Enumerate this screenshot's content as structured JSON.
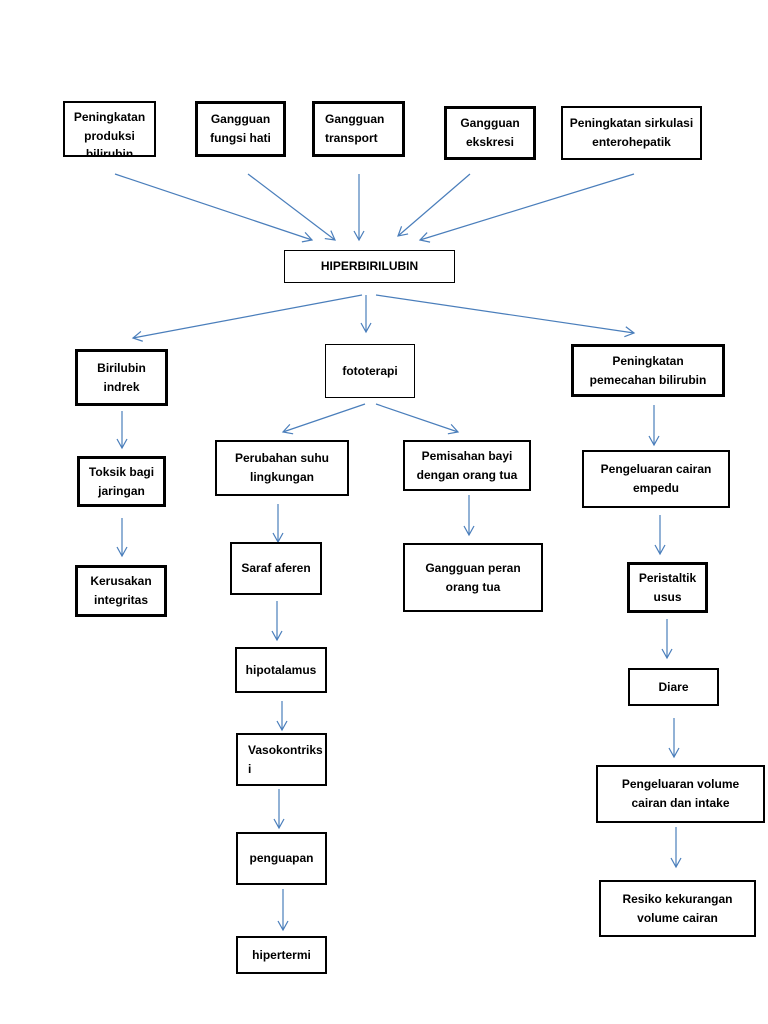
{
  "nodes": {
    "peningkatan_produksi": "Peningkatan\nproduksi\nbilirubin",
    "gangguan_fungsi_hati": "Gangguan\nfungsi hati",
    "gangguan_transport": "Gangguan\ntransport",
    "gangguan_ekskresi": "Gangguan\nekskresi",
    "peningkatan_sirkulasi": "Peningkatan sirkulasi\nenterohepatik",
    "hiperbilirubin": "HIPERBIRILUBIN",
    "birilubin_indrek": "Birilubin\nindrek",
    "fototerapi": "fototerapi",
    "peningkatan_pemecahan": "Peningkatan\npemecahan bilirubin",
    "toksik": "Toksik bagi\njaringan",
    "kerusakan": "Kerusakan\nintegritas",
    "perubahan_suhu": "Perubahan suhu\nlingkungan",
    "pemisahan_bayi": "Pemisahan bayi\ndengan orang tua",
    "pengeluaran_empedu": "Pengeluaran cairan\nempedu",
    "saraf_aferen": "Saraf aferen",
    "gangguan_peran": "Gangguan peran\norang tua",
    "peristaltik": "Peristaltik\nusus",
    "hipotalamus": "hipotalamus",
    "diare": "Diare",
    "vasokontriksi": "Vasokontriks\ni",
    "pengeluaran_volume": "Pengeluaran volume\ncairan dan intake",
    "penguapan": "penguapan",
    "resiko": "Resiko kekurangan\nvolume cairan",
    "hipertermi": "hipertermi"
  },
  "colors": {
    "arrow": "#4a7ebb",
    "border": "#000000"
  }
}
